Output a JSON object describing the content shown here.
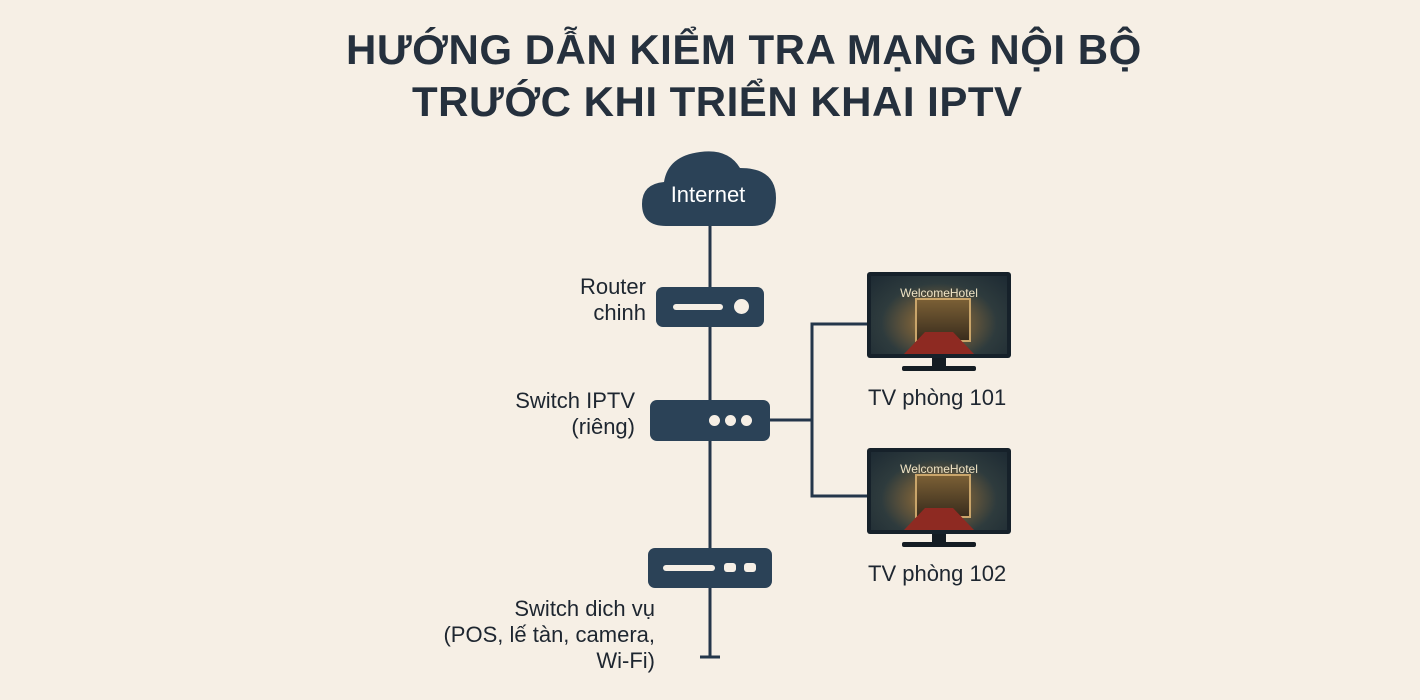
{
  "title": {
    "line1": "HƯỚNG DẪN KIỂM TRA MẠNG NỘI BỘ",
    "line2": "TRƯỚC KHI TRIỂN KHAI IPTV"
  },
  "nodes": {
    "internet": {
      "label": "Internet",
      "icon": "cloud-icon"
    },
    "router": {
      "label_line1": "Router",
      "label_line2": "chinh",
      "icon": "router-icon"
    },
    "switch_iptv": {
      "label_line1": "Switch IPTV",
      "label_line2": "(riêng)",
      "icon": "switch-icon"
    },
    "switch_service": {
      "label_line1": "Switch dich vụ",
      "label_line2": "(POS, lế tàn, camera,",
      "label_line3": "Wi-Fi)",
      "icon": "switch-icon"
    },
    "tv101": {
      "label": "TV phòng 101",
      "screen_text": "WelcomeHotel",
      "icon": "tv-icon"
    },
    "tv102": {
      "label": "TV phòng 102",
      "screen_text": "WelcomeHotel",
      "icon": "tv-icon"
    }
  },
  "colors": {
    "background": "#f6efe5",
    "device": "#2b4257",
    "line": "#24364a",
    "text": "#1e2630"
  }
}
